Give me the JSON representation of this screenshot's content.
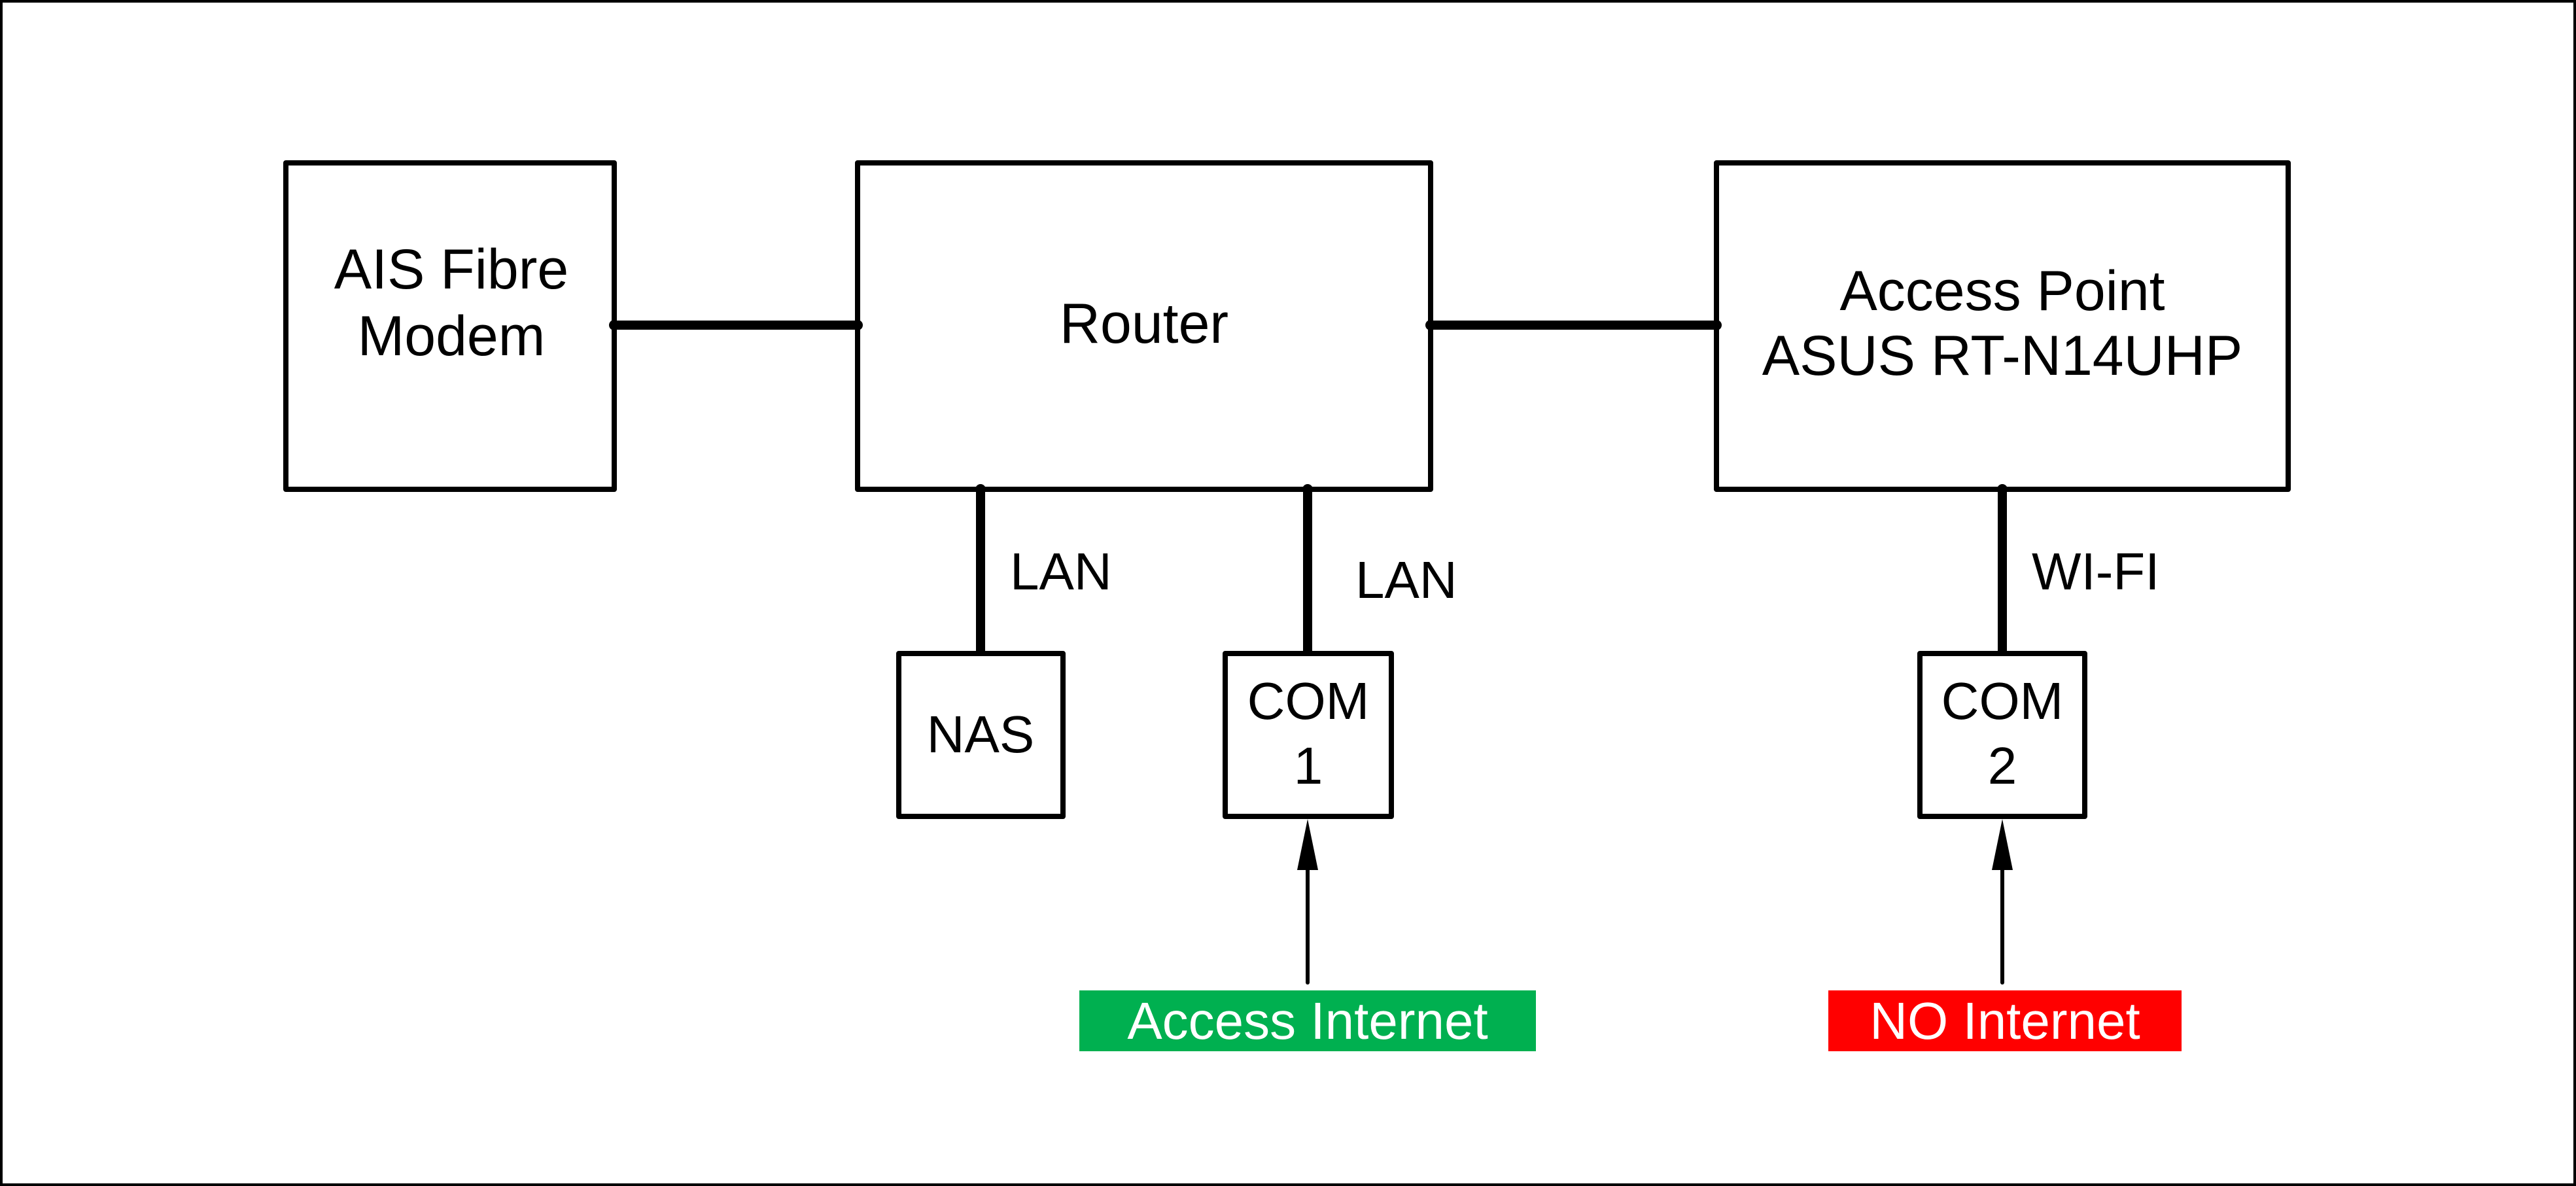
{
  "diagram": {
    "title": "Home network topology",
    "nodes": {
      "modem": {
        "lines": [
          "AIS Fibre",
          "Modem"
        ]
      },
      "router": {
        "lines": [
          "Router"
        ]
      },
      "access_point": {
        "lines": [
          "Access Point",
          "ASUS RT-N14UHP"
        ]
      },
      "nas": {
        "lines": [
          "NAS"
        ]
      },
      "com1": {
        "lines": [
          "COM",
          "1"
        ]
      },
      "com2": {
        "lines": [
          "COM",
          "2"
        ]
      }
    },
    "links": [
      {
        "from": "modem",
        "to": "router",
        "label": ""
      },
      {
        "from": "router",
        "to": "access_point",
        "label": ""
      },
      {
        "from": "router",
        "to": "nas",
        "label": "LAN"
      },
      {
        "from": "router",
        "to": "com1",
        "label": "LAN"
      },
      {
        "from": "access_point",
        "to": "com2",
        "label": "WI-FI"
      }
    ],
    "link_labels": {
      "router_nas": "LAN",
      "router_com1": "LAN",
      "ap_com2": "WI-FI"
    },
    "status_badges": {
      "com1": {
        "text": "Access Internet",
        "color": "#00B050",
        "text_color": "#FFFFFF"
      },
      "com2": {
        "text": "NO Internet",
        "color": "#FF0000",
        "text_color": "#FFFFFF"
      }
    }
  }
}
